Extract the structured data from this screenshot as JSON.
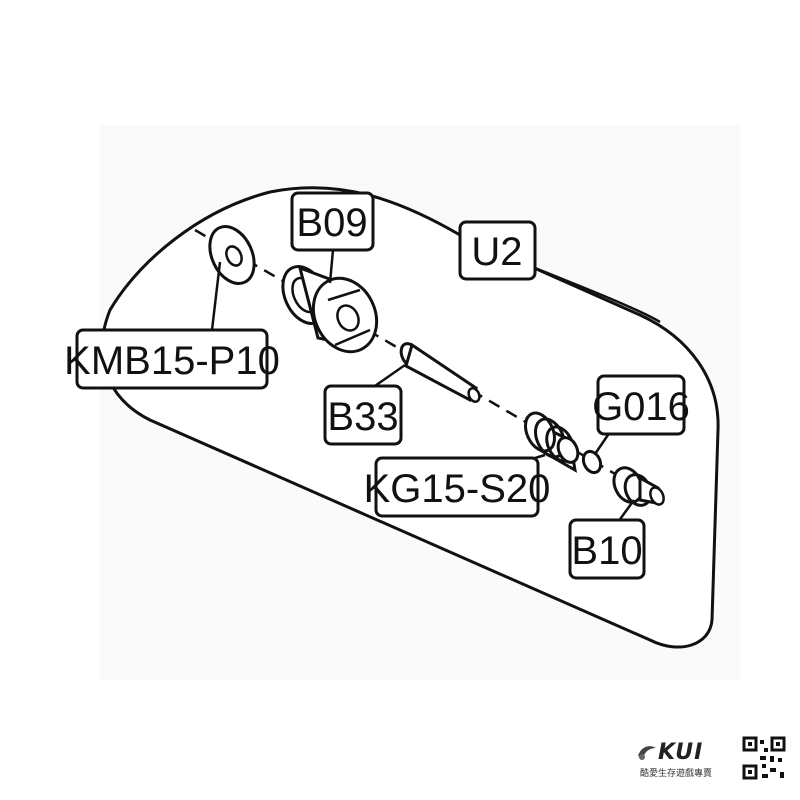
{
  "diagram": {
    "parts": {
      "u2": "U2",
      "b09": "B09",
      "kmb15_p10": "KMB15-P10",
      "b33": "B33",
      "g016": "G016",
      "kg15_s20": "KG15-S20",
      "b10": "B10"
    }
  },
  "watermark": {
    "brand": "KUI",
    "tagline": "酷愛生存遊戲專賣"
  },
  "colors": {
    "line": "#111111",
    "background": "#ffffff"
  }
}
